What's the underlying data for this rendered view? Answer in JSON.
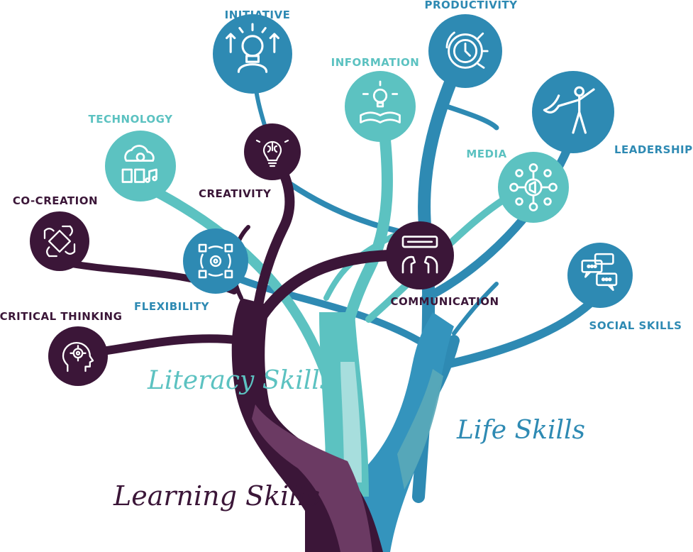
{
  "colors": {
    "purple": "#3b1638",
    "purple_light": "#6b3a63",
    "teal": "#5cc2c1",
    "teal_light": "#a7dedd",
    "blue": "#2e8ab3",
    "blue_mid": "#3494bd",
    "white": "#ffffff"
  },
  "groups": {
    "literacy": {
      "label": "Literacy Skills",
      "color": "#5cc2c1"
    },
    "life": {
      "label": "Life Skills",
      "color": "#2e8ab3"
    },
    "learning": {
      "label": "Learning Skills",
      "color": "#3b1638"
    }
  },
  "skills": [
    {
      "id": "initiative",
      "label": "INITIATIVE",
      "icon": "lightbulb-head-icon",
      "color": "#2e8ab3"
    },
    {
      "id": "productivity",
      "label": "PRODUCTIVITY",
      "icon": "clock-gear-icon",
      "color": "#2e8ab3"
    },
    {
      "id": "information",
      "label": "INFORMATION",
      "icon": "book-lightbulb-icon",
      "color": "#5cc2c1"
    },
    {
      "id": "technology",
      "label": "TECHNOLOGY",
      "icon": "cloud-devices-icon",
      "color": "#5cc2c1"
    },
    {
      "id": "leadership",
      "label": "LEADERSHIP",
      "icon": "superhero-icon",
      "color": "#2e8ab3"
    },
    {
      "id": "creativity",
      "label": "CREATIVITY",
      "icon": "brain-bulb-icon",
      "color": "#3b1638"
    },
    {
      "id": "media",
      "label": "MEDIA",
      "icon": "megaphone-network-icon",
      "color": "#5cc2c1"
    },
    {
      "id": "cocreation",
      "label": "CO-CREATION",
      "icon": "joined-hands-icon",
      "color": "#3b1638"
    },
    {
      "id": "flexibility",
      "label": "FLEXIBILITY",
      "icon": "cycle-gear-icon",
      "color": "#2e8ab3"
    },
    {
      "id": "communication",
      "label": "COMMUNICATION",
      "icon": "talking-heads-icon",
      "color": "#3b1638"
    },
    {
      "id": "socialskills",
      "label": "SOCIAL SKILLS",
      "icon": "chat-bubbles-icon",
      "color": "#2e8ab3"
    },
    {
      "id": "criticalthinking",
      "label": "CRITICAL THINKING",
      "icon": "head-gear-icon",
      "color": "#3b1638"
    }
  ]
}
